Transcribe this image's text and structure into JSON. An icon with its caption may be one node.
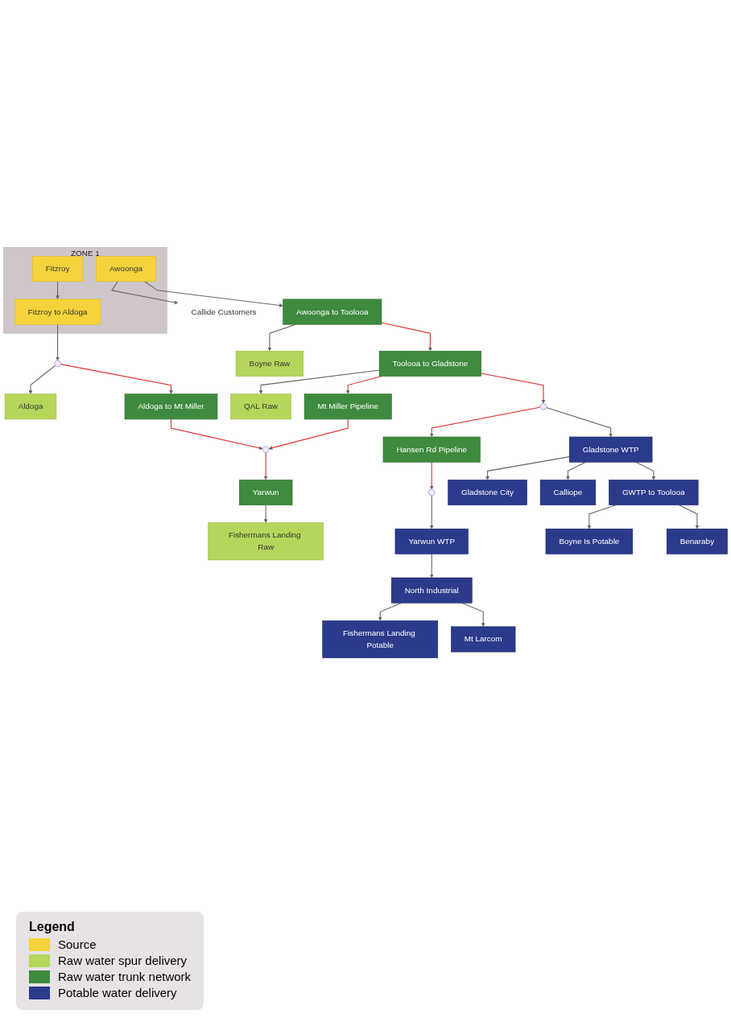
{
  "diagram": {
    "nodes": [
      {
        "text": [
          "ZONE 1"
        ]
      },
      {
        "text": [
          "Awoonga"
        ],
        "in": 0
      },
      {
        "text": [
          "Fitzroy"
        ],
        "in": 0
      },
      {
        "text": [
          "Fitzroy to Aldoga"
        ],
        "in": 0
      },
      {
        "text": [
          "Callide Customers"
        ]
      },
      {
        "text": [],
        "shape": "circle"
      },
      {
        "text": [
          "Aldoga"
        ]
      },
      {
        "text": [
          "Boyne Raw"
        ]
      },
      {
        "text": [
          "Awoonga to Toolooa"
        ]
      },
      {
        "text": [
          "Aldoga to Mt Miller"
        ]
      },
      {
        "text": [
          "QAL Raw"
        ]
      },
      {
        "text": [
          "Toolooa to Gladstone"
        ]
      },
      {
        "text": [
          "Mt Miller Pipeline"
        ]
      },
      {
        "text": [],
        "shape": "circle"
      },
      {
        "text": [
          "Yarwun"
        ]
      },
      {
        "text": [
          "Fishermans Landing Raw"
        ]
      },
      {
        "text": [],
        "shape": "circle"
      },
      {
        "text": [
          "Hansen Rd Pipeline"
        ]
      },
      {
        "text": [],
        "shape": "circle"
      },
      {
        "text": [
          "Gladstone City"
        ]
      },
      {
        "text": [
          "Gladstone WTP"
        ]
      },
      {
        "text": [
          "Calliope"
        ]
      },
      {
        "text": [
          "Yarwun WTP"
        ]
      },
      {
        "text": [
          "Boyne Is Potable"
        ]
      },
      {
        "text": [
          "GWTP to Toolooa"
        ]
      },
      {
        "text": [
          "Benaraby"
        ]
      },
      {
        "text": [
          "North Industrial"
        ]
      },
      {
        "text": [
          "Fishermans Landing Potable"
        ]
      },
      {
        "text": [
          "Mt Larcom"
        ]
      }
    ],
    "edges": [
      {
        "from": 1,
        "to": 4,
        "arrow": "to"
      },
      {
        "from": 2,
        "to": 3,
        "arrow": "to"
      },
      {
        "from": 1,
        "to": 8,
        "arrow": "to"
      },
      {
        "from": 3,
        "to": 5,
        "arrow": "to"
      },
      {
        "from": 5,
        "to": 6,
        "arrow": "to"
      },
      {
        "from": 5,
        "to": 9,
        "arrow": "to",
        "color": "#e0302a"
      },
      {
        "from": 8,
        "to": 7,
        "arrow": "to"
      },
      {
        "from": 8,
        "to": 11,
        "arrow": "to",
        "color": "#e0302a"
      },
      {
        "from": 11,
        "to": 10,
        "arrow": "to"
      },
      {
        "from": 11,
        "to": 12,
        "arrow": "to",
        "color": "#e0302a"
      },
      {
        "from": 9,
        "to": 13,
        "arrow": "to",
        "color": "#e0302a"
      },
      {
        "from": 12,
        "to": 13,
        "arrow": "to",
        "color": "#e0302a"
      },
      {
        "from": 13,
        "to": 14,
        "arrow": "to",
        "color": "#e0302a"
      },
      {
        "from": 14,
        "to": 15,
        "arrow": "to"
      },
      {
        "from": 11,
        "to": 16,
        "arrow": "to",
        "color": "#e0302a"
      },
      {
        "from": 16,
        "to": 17,
        "arrow": "to",
        "color": "#e0302a"
      },
      {
        "from": 17,
        "to": 18,
        "arrow": "to",
        "color": "#e0302a"
      },
      {
        "from": 16,
        "to": 20,
        "arrow": "to"
      },
      {
        "from": 18,
        "to": 22,
        "arrow": "to"
      },
      {
        "from": 20,
        "to": 19,
        "arrow": "to"
      },
      {
        "from": 20,
        "to": 21,
        "arrow": "to"
      },
      {
        "from": 20,
        "to": 24,
        "arrow": "to"
      },
      {
        "from": 24,
        "to": 23,
        "arrow": "to"
      },
      {
        "from": 24,
        "to": 25,
        "arrow": "to"
      },
      {
        "from": 22,
        "to": 26,
        "arrow": "to"
      },
      {
        "from": 26,
        "to": 27,
        "arrow": "to"
      },
      {
        "from": 26,
        "to": 28,
        "arrow": "to"
      }
    ],
    "labels": [
      "Legend"
    ],
    "legend": [
      {
        "text": "Source",
        "color": "#f5d33c"
      },
      {
        "text": "Raw water spur delivery",
        "color": "#b5d65a"
      },
      {
        "text": "Raw water trunk network",
        "color": "#3e8a3e"
      },
      {
        "text": "Potable water delivery",
        "color": "#2c3a8c"
      }
    ]
  }
}
